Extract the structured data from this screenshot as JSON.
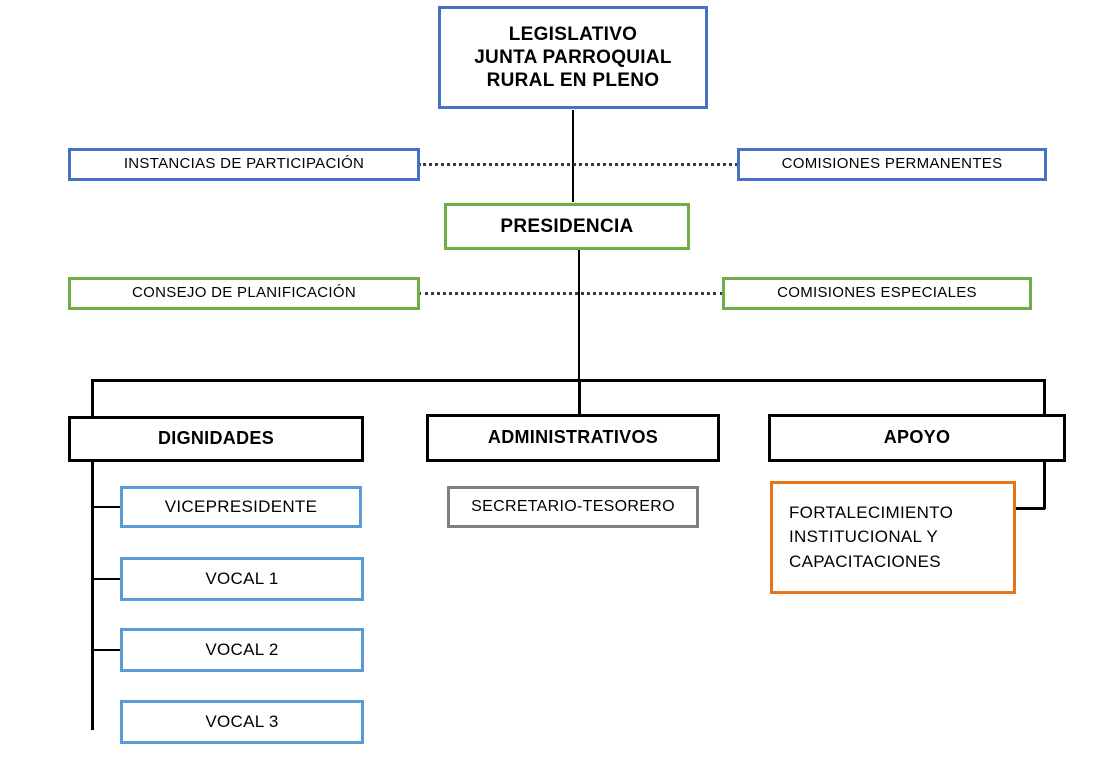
{
  "diagram": {
    "title": "Organigrama Junta Parroquial Rural",
    "colors": {
      "blue_dark": "#4472C4",
      "blue_light": "#5B9BD5",
      "green": "#70AD47",
      "orange": "#E3761B",
      "gray": "#808080",
      "black": "#000000"
    }
  },
  "nodes": {
    "legislativo": {
      "line1": "LEGISLATIVO",
      "line2": "JUNTA PARROQUIAL",
      "line3": "RURAL EN PLENO",
      "border_color": "#4472C4"
    },
    "instancias_participacion": {
      "label": "INSTANCIAS DE PARTICIPACIÓN",
      "border_color": "#4472C4"
    },
    "comisiones_permanentes": {
      "label": "COMISIONES  PERMANENTES",
      "border_color": "#4472C4"
    },
    "presidencia": {
      "label": "PRESIDENCIA",
      "border_color": "#70AD47"
    },
    "consejo_planificacion": {
      "label": "CONSEJO DE PLANIFICACIÓN",
      "border_color": "#70AD47"
    },
    "comisiones_especiales": {
      "label": "COMISIONES  ESPECIALES",
      "border_color": "#70AD47"
    },
    "dignidades": {
      "label": "DIGNIDADES",
      "border_color": "#000000"
    },
    "administrativos": {
      "label": "ADMINISTRATIVOS",
      "border_color": "#000000"
    },
    "apoyo": {
      "label": "APOYO",
      "border_color": "#000000"
    },
    "vicepresidente": {
      "label": "VICEPRESIDENTE",
      "border_color": "#5B9BD5"
    },
    "vocal1": {
      "label": "VOCAL 1",
      "border_color": "#5B9BD5"
    },
    "vocal2": {
      "label": "VOCAL 2",
      "border_color": "#5B9BD5"
    },
    "vocal3": {
      "label": "VOCAL 3",
      "border_color": "#5B9BD5"
    },
    "secretario_tesorero": {
      "label": "SECRETARIO-TESORERO",
      "border_color": "#808080"
    },
    "fortalecimiento": {
      "line1": "FORTALECIMIENTO",
      "line2": "INSTITUCIONAL   Y",
      "line3": "CAPACITACIONES",
      "border_color": "#E3761B"
    }
  }
}
